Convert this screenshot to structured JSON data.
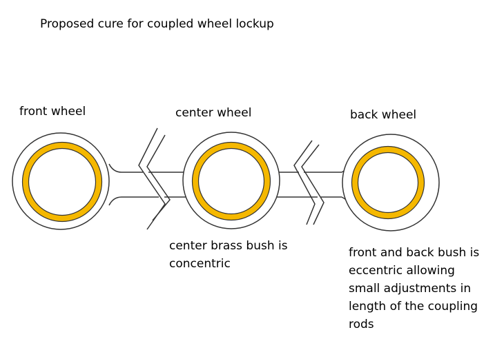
{
  "title": "Proposed cure for coupled wheel lockup",
  "labels": {
    "front_wheel": "front wheel",
    "center_wheel": "center wheel",
    "back_wheel": "back wheel"
  },
  "notes": {
    "center_bush": [
      "center brass bush is",
      "concentric"
    ],
    "front_back_bush": [
      "front and back bush is",
      "eccentric allowing",
      "small adjustments in",
      "length of the coupling",
      "rods"
    ]
  },
  "colors": {
    "brass": "#f5b800",
    "outline": "#333333",
    "background": "#ffffff"
  }
}
